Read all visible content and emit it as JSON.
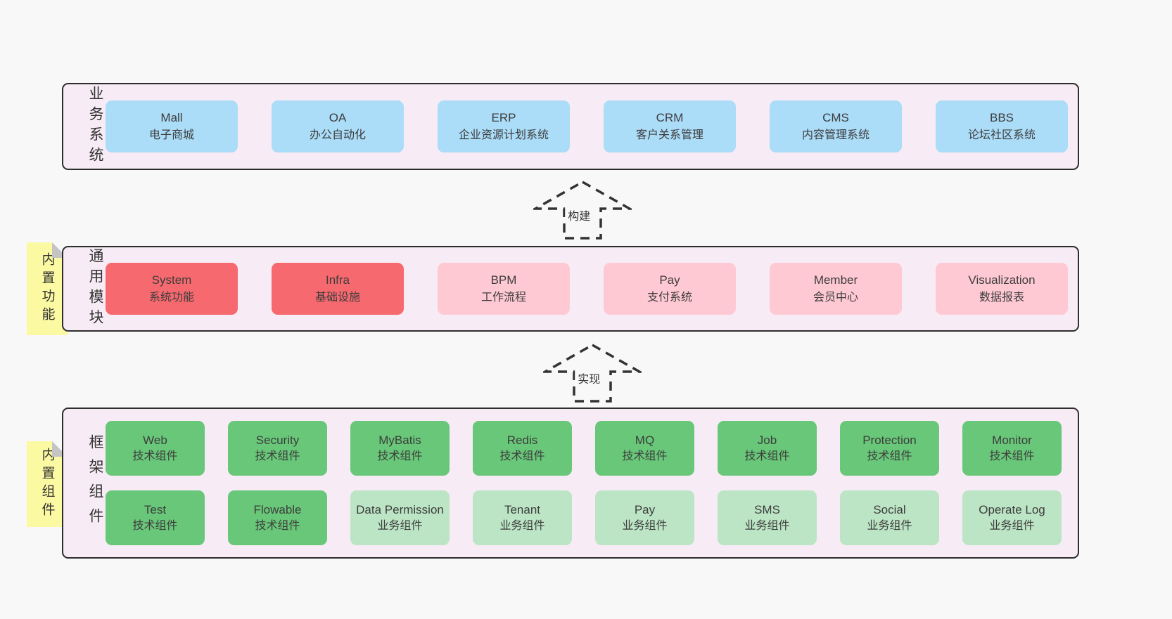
{
  "colors": {
    "page_bg": "#f8f8f8",
    "band_bg": "#f7ecf5",
    "band_border": "#2d2d2d",
    "blue_box": "#abdcf8",
    "red_box": "#f6696f",
    "pink_box": "#ffc9d3",
    "green_box": "#68c778",
    "light_green_box": "#bce5c5",
    "note_bg": "#fbf9a2",
    "note_fold": "#c4c4c4",
    "text": "#3d3d3d"
  },
  "arrows": [
    {
      "label": "构建"
    },
    {
      "label": "实现"
    }
  ],
  "bands": [
    {
      "side_label": "业务系统",
      "boxes": [
        {
          "en": "Mall",
          "zh": "电子商城"
        },
        {
          "en": "OA",
          "zh": "办公自动化"
        },
        {
          "en": "ERP",
          "zh": "企业资源计划系统"
        },
        {
          "en": "CRM",
          "zh": "客户关系管理"
        },
        {
          "en": "CMS",
          "zh": "内容管理系统"
        },
        {
          "en": "BBS",
          "zh": "论坛社区系统"
        }
      ]
    },
    {
      "side_label": "通用模块",
      "note": "内置功能",
      "boxes": [
        {
          "en": "System",
          "zh": "系统功能"
        },
        {
          "en": "Infra",
          "zh": "基础设施"
        },
        {
          "en": "BPM",
          "zh": "工作流程"
        },
        {
          "en": "Pay",
          "zh": "支付系统"
        },
        {
          "en": "Member",
          "zh": "会员中心"
        },
        {
          "en": "Visualization",
          "zh": "数据报表"
        }
      ]
    },
    {
      "side_label": "框架组件",
      "note": "内置组件",
      "rows": [
        [
          {
            "en": "Web",
            "zh": "技术组件"
          },
          {
            "en": "Security",
            "zh": "技术组件"
          },
          {
            "en": "MyBatis",
            "zh": "技术组件"
          },
          {
            "en": "Redis",
            "zh": "技术组件"
          },
          {
            "en": "MQ",
            "zh": "技术组件"
          },
          {
            "en": "Job",
            "zh": "技术组件"
          },
          {
            "en": "Protection",
            "zh": "技术组件"
          },
          {
            "en": "Monitor",
            "zh": "技术组件"
          }
        ],
        [
          {
            "en": "Test",
            "zh": "技术组件"
          },
          {
            "en": "Flowable",
            "zh": "技术组件"
          },
          {
            "en": "Data Permission",
            "zh": "业务组件"
          },
          {
            "en": "Tenant",
            "zh": "业务组件"
          },
          {
            "en": "Pay",
            "zh": "业务组件"
          },
          {
            "en": "SMS",
            "zh": "业务组件"
          },
          {
            "en": "Social",
            "zh": "业务组件"
          },
          {
            "en": "Operate Log",
            "zh": "业务组件"
          }
        ]
      ]
    }
  ]
}
